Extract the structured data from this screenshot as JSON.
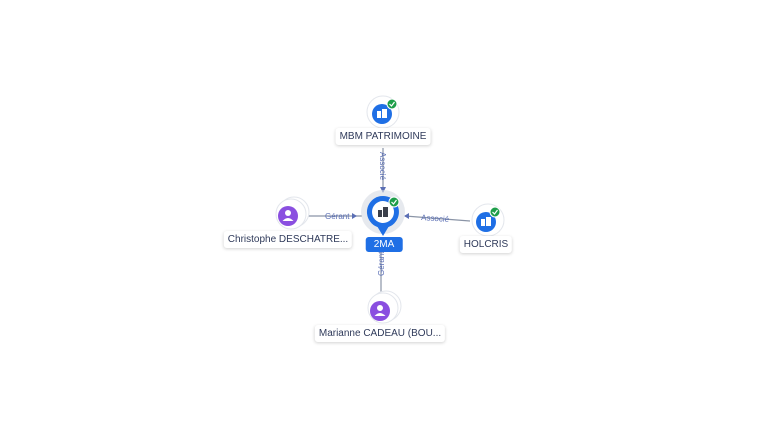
{
  "colors": {
    "company_blue": "#1f6fe5",
    "person_purple": "#8a4fe0",
    "check_green": "#1e9e4a",
    "edge_gray": "#8a94a6",
    "edge_label": "#5b6fb5"
  },
  "nodes": {
    "center": {
      "label": "2MA",
      "icon": "building-icon",
      "badge": "check-icon"
    },
    "top": {
      "label": "MBM PATRIMOINE",
      "icon": "building-icon",
      "badge": "check-icon"
    },
    "right": {
      "label": "HOLCRIS",
      "icon": "building-icon",
      "badge": "check-icon"
    },
    "left": {
      "label": "Christophe DESCHATRE...",
      "icon": "person-icon"
    },
    "bottom": {
      "label": "Marianne CADEAU (BOU...",
      "icon": "person-icon"
    }
  },
  "edges": {
    "top": "Associé",
    "right": "Associé",
    "left": "Gérant",
    "bottom": "Gérant"
  }
}
